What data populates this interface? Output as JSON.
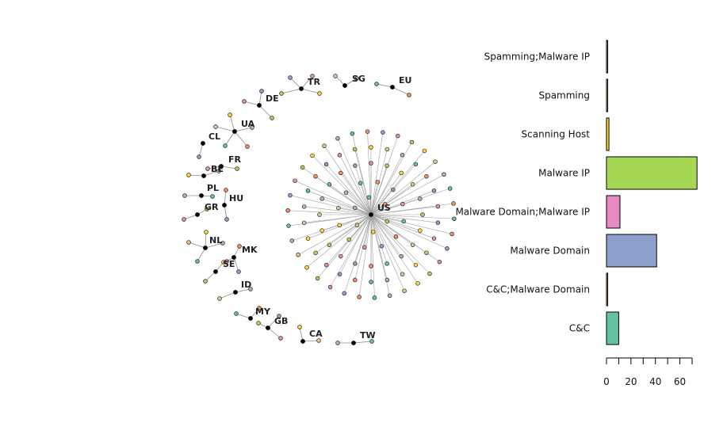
{
  "chart_data": [
    {
      "type": "network",
      "hub": "US",
      "hub_leaf_count": 98,
      "clusters": [
        {
          "label": "US",
          "leaves": 98
        },
        {
          "label": "TR",
          "leaves": 4
        },
        {
          "label": "SG",
          "leaves": 2
        },
        {
          "label": "EU",
          "leaves": 2
        },
        {
          "label": "DE",
          "leaves": 3
        },
        {
          "label": "UA",
          "leaves": 5
        },
        {
          "label": "CL",
          "leaves": 1
        },
        {
          "label": "FR",
          "leaves": 2
        },
        {
          "label": "BE",
          "leaves": 2
        },
        {
          "label": "PL",
          "leaves": 2
        },
        {
          "label": "HU",
          "leaves": 2
        },
        {
          "label": "GR",
          "leaves": 2
        },
        {
          "label": "NL",
          "leaves": 4
        },
        {
          "label": "MK",
          "leaves": 3
        },
        {
          "label": "SE",
          "leaves": 2
        },
        {
          "label": "ID",
          "leaves": 2
        },
        {
          "label": "MY",
          "leaves": 2
        },
        {
          "label": "GB",
          "leaves": 3
        },
        {
          "label": "CA",
          "leaves": 2
        },
        {
          "label": "TW",
          "leaves": 2
        }
      ],
      "leaf_palette": [
        "#66c2a5",
        "#fc8d62",
        "#8da0cb",
        "#e78ac3",
        "#a6d854",
        "#ffd92f",
        "#e5c494",
        "#b3b3b3"
      ]
    },
    {
      "type": "bar",
      "orientation": "horizontal",
      "categories": [
        "Spamming;Malware IP",
        "Spamming",
        "Scanning Host",
        "Malware IP",
        "Malware Domain;Malware IP",
        "Malware Domain",
        "C&C;Malware Domain",
        "C&C"
      ],
      "values": [
        1,
        1,
        2,
        74,
        11,
        41,
        1,
        10
      ],
      "colors": [
        "#b3b3b3",
        "#e5c494",
        "#ffd92f",
        "#a6d854",
        "#e78ac3",
        "#8da0cb",
        "#fc8d62",
        "#66c2a5"
      ],
      "xlim": [
        0,
        70
      ],
      "xticks": [
        0,
        10,
        20,
        30,
        40,
        50,
        60,
        70
      ],
      "xtick_labels": [
        "0",
        "",
        "20",
        "",
        "40",
        "",
        "60",
        ""
      ]
    }
  ]
}
